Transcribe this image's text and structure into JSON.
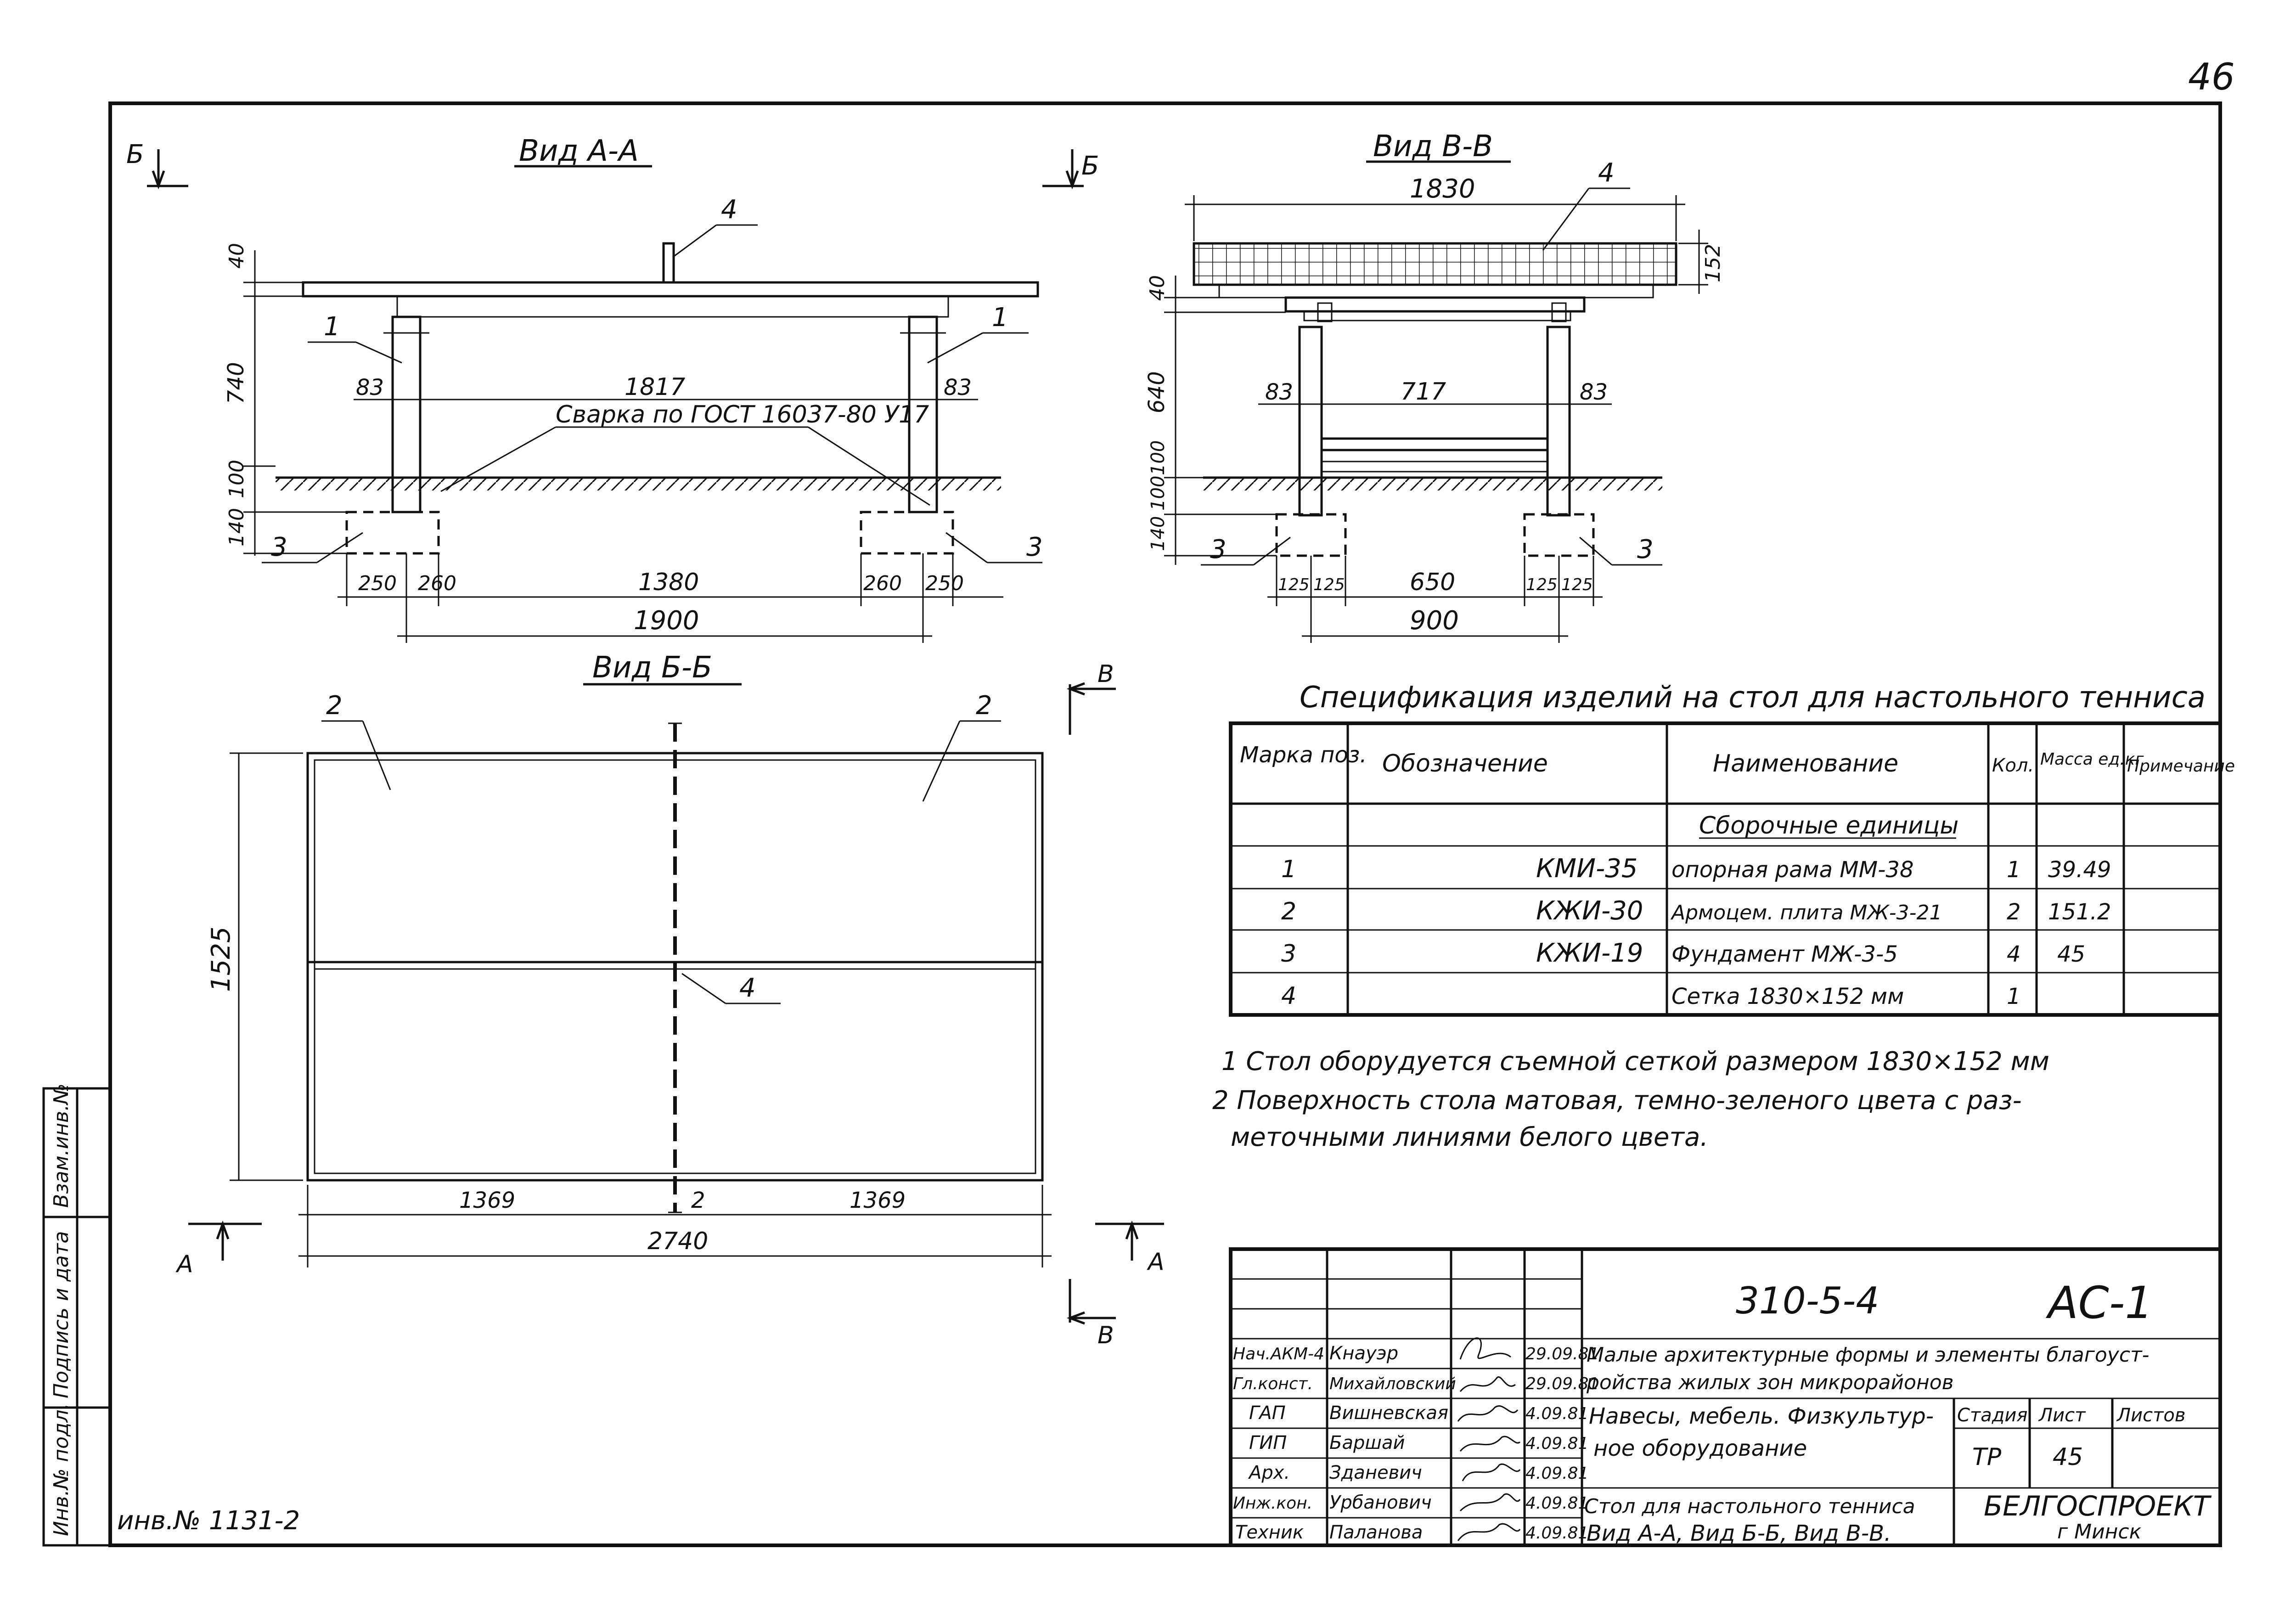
{
  "page_number": "46",
  "inventory": "инв.№ 1131-2",
  "side_stamp": [
    "Инв.№ подл.",
    "Подпись и дата",
    "Взам.инв.№"
  ],
  "section_marks": {
    "b_left": "Б",
    "b_right": "Б",
    "a_left": "А",
    "a_right": "А",
    "v_top": "В",
    "v_bottom": "В"
  },
  "view_aa": {
    "title": "Вид А-А",
    "leaders": {
      "p4": "4",
      "p1_left": "1",
      "p1_right": "1",
      "p3_left": "3",
      "p3_right": "3"
    },
    "weld_note": "Сварка по ГОСТ 16037-80 У17",
    "dims": {
      "top_40": "40",
      "h_740": "740",
      "h_100": "100",
      "h_140": "140",
      "leg_left": "83",
      "leg_right": "83",
      "span_1817": "1817",
      "f250_l": "250",
      "f260_l": "260",
      "f1380": "1380",
      "f260_r": "260",
      "f250_r": "250",
      "total_1900": "1900"
    }
  },
  "view_vv": {
    "title": "Вид В-В",
    "leaders": {
      "p4": "4",
      "p3_left": "3",
      "p3_right": "3"
    },
    "dims": {
      "width_1830": "1830",
      "net_152": "152",
      "top_40": "40",
      "h_640": "640",
      "h_100a": "100",
      "h_100b": "100",
      "h_140": "140",
      "leg_left": "83",
      "span_717": "717",
      "leg_right": "83",
      "f125_1": "125",
      "f125_2": "125",
      "f650": "650",
      "f125_3": "125",
      "f125_4": "125",
      "total_900": "900"
    }
  },
  "view_bb": {
    "title": "Вид Б-Б",
    "leaders": {
      "p2_left": "2",
      "p2_right": "2",
      "p4": "4"
    },
    "dims": {
      "height_1525": "1525",
      "half_left": "1369",
      "gap": "2",
      "half_right": "1369",
      "total_2740": "2740"
    }
  },
  "spec": {
    "title": "Спецификация изделий на стол для настольного тенниса",
    "headers": {
      "mark": "Марка поз.",
      "designation": "Обозначение",
      "name": "Наименование",
      "qty": "Кол.",
      "mass": "Масса ед.кг",
      "note": "Примечание"
    },
    "group": "Сборочные единицы",
    "rows": [
      {
        "mark": "1",
        "designation": "КМИ-35",
        "name": "опорная рама ММ-38",
        "qty": "1",
        "mass": "39.49",
        "note": ""
      },
      {
        "mark": "2",
        "designation": "КЖИ-30",
        "name": "Армоцем. плита МЖ-3-21",
        "qty": "2",
        "mass": "151.2",
        "note": ""
      },
      {
        "mark": "3",
        "designation": "КЖИ-19",
        "name": "Фундамент МЖ-3-5",
        "qty": "4",
        "mass": "45",
        "note": ""
      },
      {
        "mark": "4",
        "designation": "",
        "name": "Сетка 1830×152 мм",
        "qty": "1",
        "mass": "",
        "note": ""
      }
    ]
  },
  "notes": [
    "1 Стол оборудуется съемной сеткой размером 1830×152 мм",
    "2 Поверхность стола матовая, темно-зеленого цвета с раз-",
    "меточными линиями белого цвета."
  ],
  "title_block": {
    "code": "310-5-4",
    "sheet_code": "АС-1",
    "project_line1": "Малые архитектурные формы и элементы благоуст-",
    "project_line2": "ройства жилых зон микрорайонов",
    "section_line1": "Навесы, мебель. Физкультур-",
    "section_line2": "ное оборудование",
    "sheet_title_line1": "Стол для настольного тенниса",
    "sheet_title_line2": "Вид А-А, Вид Б-Б, Вид В-В.",
    "stage_label": "Стадия",
    "sheet_label": "Лист",
    "sheets_label": "Листов",
    "stage": "ТР",
    "sheet": "45",
    "sheets": "",
    "org_line1": "БЕЛГОСПРОЕКТ",
    "org_line2": "г Минск",
    "signers": [
      {
        "role": "Нач.АКМ-4",
        "name": "Кнауэр",
        "date": "29.09.81"
      },
      {
        "role": "Гл.конст.",
        "name": "Михайловский",
        "date": "29.09.81"
      },
      {
        "role": "ГАП",
        "name": "Вишневская",
        "date": "4.09.81"
      },
      {
        "role": "ГИП",
        "name": "Баршай",
        "date": "4.09.81"
      },
      {
        "role": "Арх.",
        "name": "Зданевич",
        "date": "4.09.81"
      },
      {
        "role": "Инж.кон.",
        "name": "Урбанович",
        "date": "4.09.81"
      },
      {
        "role": "Техник",
        "name": "Паланова",
        "date": "4.09.81"
      }
    ]
  }
}
